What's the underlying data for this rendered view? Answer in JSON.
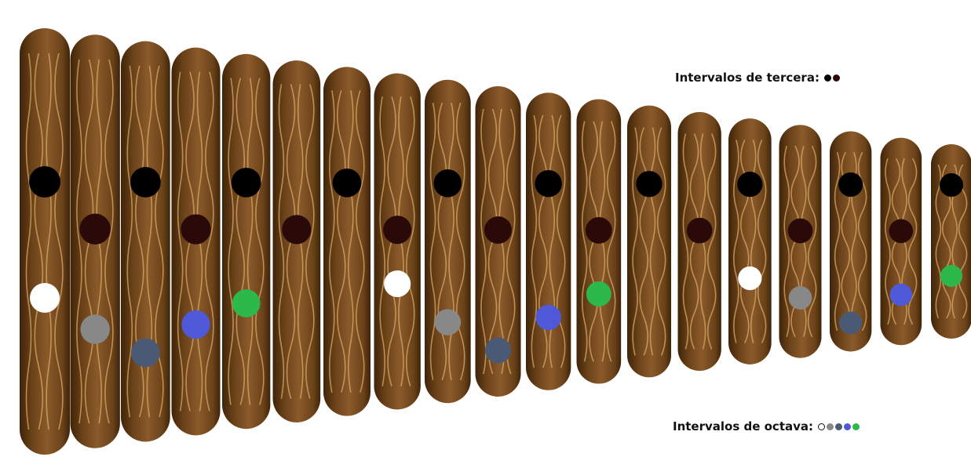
{
  "legend": {
    "thirds_label": "Intervalos de tercera:",
    "thirds_colors": [
      "#000000",
      "#2a0a08"
    ],
    "octaves_label": "Intervalos de octava:",
    "octaves_colors": [
      "#ffffff",
      "#888888",
      "#4a5a74",
      "#4f58d6",
      "#2db84a"
    ]
  },
  "palette": {
    "wood_light": "#8a5a2a",
    "wood_mid": "#6b4219",
    "wood_dark": "#3f2409",
    "grain": "#d9a865",
    "third_a": "#000000",
    "third_b": "#2a0a08",
    "oct_white": "#ffffff",
    "oct_gray": "#888888",
    "oct_slate": "#4a5a74",
    "oct_blue": "#4f58d6",
    "oct_green": "#2db84a"
  },
  "bars": [
    {
      "top_dot": "third_a",
      "mid_dot": null,
      "low_dot": "oct_white"
    },
    {
      "top_dot": null,
      "mid_dot": "third_b",
      "low_dot": "oct_gray"
    },
    {
      "top_dot": "third_a",
      "mid_dot": null,
      "low_dot": "oct_slate"
    },
    {
      "top_dot": null,
      "mid_dot": "third_b",
      "low_dot": "oct_blue"
    },
    {
      "top_dot": "third_a",
      "mid_dot": null,
      "low_dot": "oct_green"
    },
    {
      "top_dot": null,
      "mid_dot": "third_b",
      "low_dot": null
    },
    {
      "top_dot": "third_a",
      "mid_dot": null,
      "low_dot": null
    },
    {
      "top_dot": null,
      "mid_dot": "third_b",
      "low_dot": "oct_white"
    },
    {
      "top_dot": "third_a",
      "mid_dot": null,
      "low_dot": "oct_gray"
    },
    {
      "top_dot": null,
      "mid_dot": "third_b",
      "low_dot": "oct_slate"
    },
    {
      "top_dot": "third_a",
      "mid_dot": null,
      "low_dot": "oct_blue"
    },
    {
      "top_dot": null,
      "mid_dot": "third_b",
      "low_dot": "oct_green"
    },
    {
      "top_dot": "third_a",
      "mid_dot": null,
      "low_dot": null
    },
    {
      "top_dot": null,
      "mid_dot": "third_b",
      "low_dot": null
    },
    {
      "top_dot": "third_a",
      "mid_dot": null,
      "low_dot": "oct_white"
    },
    {
      "top_dot": null,
      "mid_dot": "third_b",
      "low_dot": "oct_gray"
    },
    {
      "top_dot": "third_a",
      "mid_dot": null,
      "low_dot": "oct_slate"
    },
    {
      "top_dot": null,
      "mid_dot": "third_b",
      "low_dot": "oct_blue"
    },
    {
      "top_dot": "third_a",
      "mid_dot": null,
      "low_dot": "oct_green"
    }
  ]
}
